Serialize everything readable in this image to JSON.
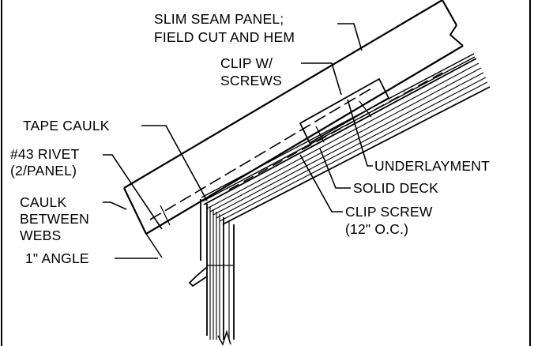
{
  "callouts": {
    "slim_seam_panel": [
      "SLIM SEAM PANEL;",
      "FIELD CUT AND HEM"
    ],
    "clip_with_screws": [
      "CLIP W/",
      "SCREWS"
    ],
    "tape_caulk": "TAPE CAULK",
    "rivet": [
      "#43 RIVET",
      "(2/PANEL)"
    ],
    "caulk_between_webs": [
      "CAULK",
      "BETWEEN",
      "WEBS"
    ],
    "angle": "1\" ANGLE",
    "underlayment": "UNDERLAYMENT",
    "solid_deck": "SOLID DECK",
    "clip_screw": [
      "CLIP SCREW",
      "(12\" O.C.)"
    ]
  },
  "colors": {
    "line": "#000000",
    "background": "#ffffff"
  }
}
